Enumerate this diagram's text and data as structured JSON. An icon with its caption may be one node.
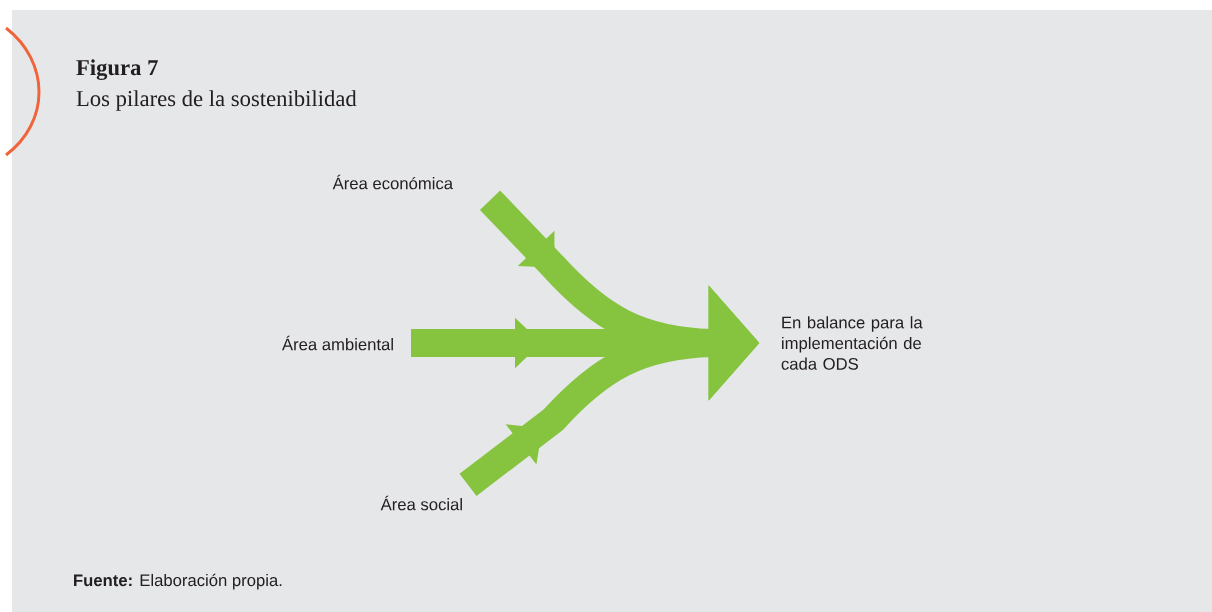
{
  "diagram": {
    "title": "Figura 7",
    "labels": [
      "Los pilares de la sostenibilidad"
    ],
    "caption": "**Fuente:** Elaboración propia.",
    "nodes": [
      {
        "text": [
          "Área económica"
        ]
      },
      {
        "text": [
          "Área ambiental"
        ]
      },
      {
        "text": [
          "Área social"
        ]
      },
      {
        "text": [
          "En balance para la implementación de cada ODS"
        ]
      }
    ],
    "edges": [
      {
        "from": 0,
        "to": 3,
        "arrow": "to"
      },
      {
        "from": 1,
        "to": 3,
        "arrow": "to"
      },
      {
        "from": 2,
        "to": 3,
        "arrow": "to"
      }
    ]
  }
}
